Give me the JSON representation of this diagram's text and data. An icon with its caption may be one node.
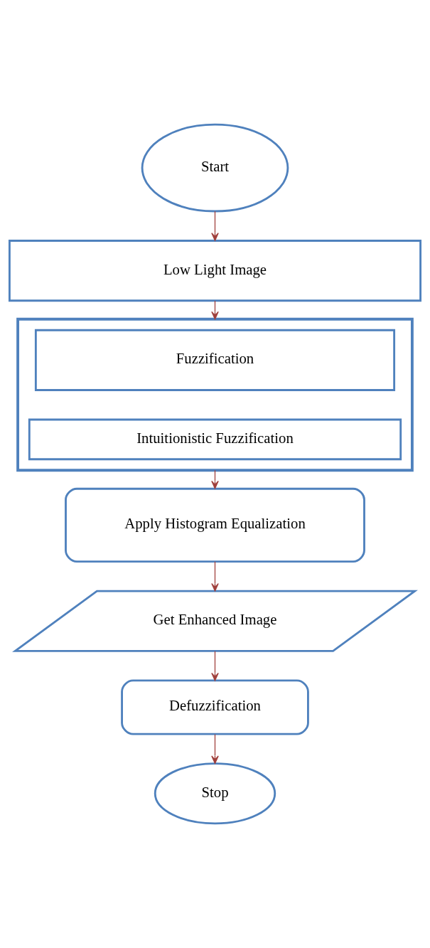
{
  "diagram": {
    "nodes": [
      {
        "text": [
          "Start"
        ]
      },
      {
        "text": [
          "Low Light Image"
        ]
      },
      {
        "text": [],
        "shape": "box"
      },
      {
        "text": [
          "Fuzzification"
        ],
        "in": 2
      },
      {
        "text": [
          "Intuitionistic Fuzzification"
        ],
        "in": 2
      },
      {
        "text": [
          "Apply Histogram Equalization"
        ]
      },
      {
        "text": [
          "Get Enhanced Image"
        ]
      },
      {
        "text": [
          "Defuzzification"
        ]
      },
      {
        "text": [
          "Stop"
        ]
      }
    ],
    "edges": [
      {
        "from": 0,
        "to": 1,
        "arrow": "to"
      },
      {
        "from": 1,
        "to": 2,
        "arrow": "to"
      },
      {
        "from": 2,
        "to": 5,
        "arrow": "to"
      },
      {
        "from": 5,
        "to": 6,
        "arrow": "to"
      },
      {
        "from": 6,
        "to": 7,
        "arrow": "to"
      },
      {
        "from": 7,
        "to": 8,
        "arrow": "to"
      }
    ]
  }
}
